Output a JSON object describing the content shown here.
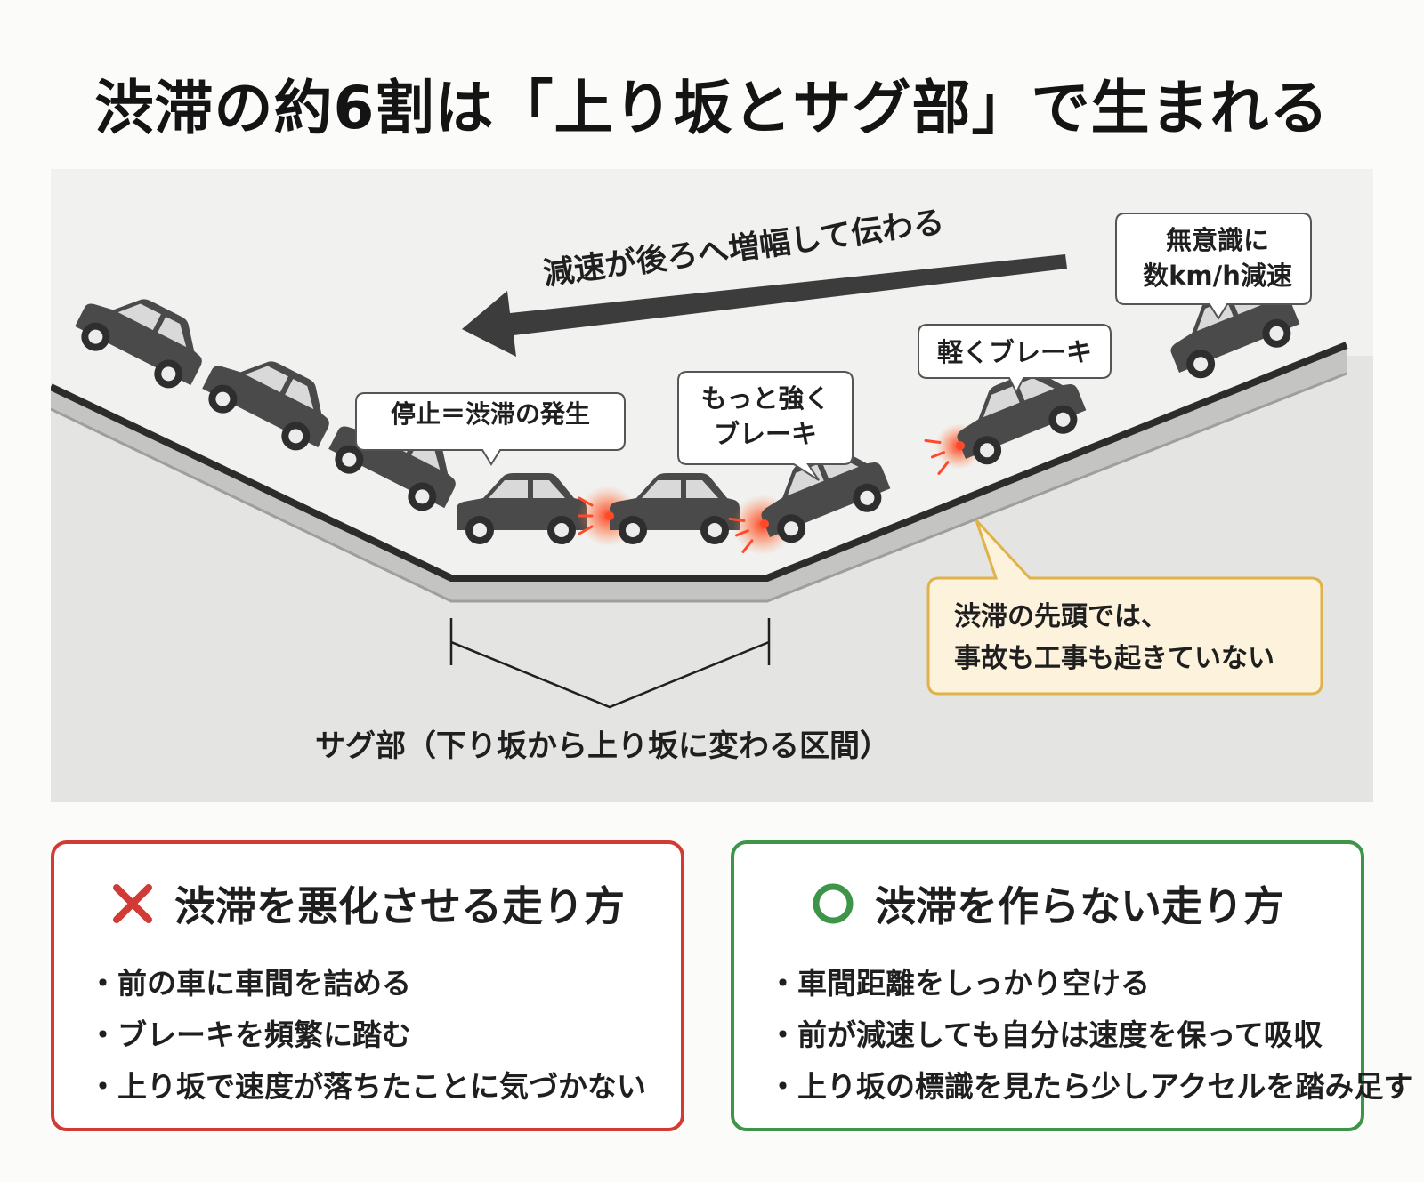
{
  "title": "渋滞の約6割は「上り坂とサグ部」で生まれる",
  "diagram": {
    "arrow_label": "減速が後ろへ増幅して伝わる",
    "callouts": {
      "stop": "停止＝渋滞の発生",
      "stronger_brake": [
        "もっと強く",
        "ブレーキ"
      ],
      "light_brake": "軽くブレーキ",
      "unconscious": [
        "無意識に",
        "数km/h減速"
      ]
    },
    "note": [
      "渋滞の先頭では、",
      "事故も工事も起きていない"
    ],
    "sag_label": "サグ部（下り坂から上り坂に変わる区間）"
  },
  "panels": {
    "bad": {
      "icon": "x-mark-icon",
      "heading": "渋滞を悪化させる走り方",
      "items": [
        "前の車に車間を詰める",
        "ブレーキを頻繁に踏む",
        "上り坂で速度が落ちたことに気づかない"
      ]
    },
    "good": {
      "icon": "circle-mark-icon",
      "heading": "渋滞を作らない走り方",
      "items": [
        "車間距離をしっかり空ける",
        "前が減速しても自分は速度を保って吸収",
        "上り坂の標識を見たら少しアクセルを踏み足す"
      ]
    }
  },
  "colors": {
    "bad": "#d23a36",
    "good": "#3e9448",
    "car": "#4a4a4a",
    "brake_light": "#ff4a2a",
    "note_border": "#e0b24a",
    "note_fill": "#fdf3dc"
  }
}
